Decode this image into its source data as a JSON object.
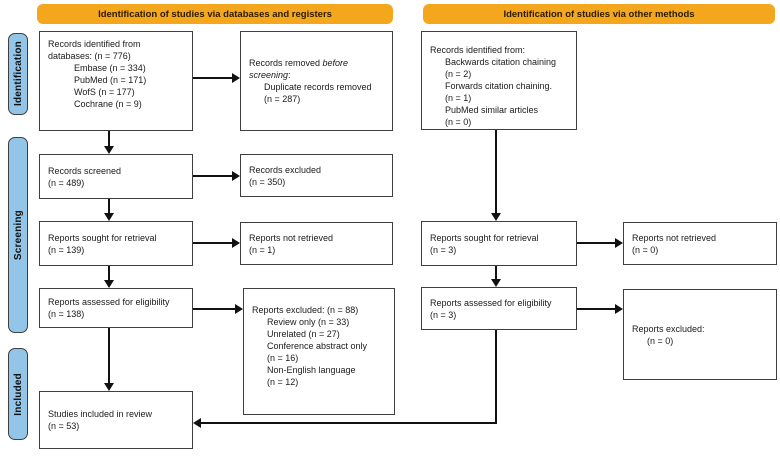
{
  "headers": {
    "databases": "Identification of studies via databases and registers",
    "other": "Identification of studies via other methods"
  },
  "sidebar": {
    "identification": "Identification",
    "screening": "Screening",
    "included": "Included"
  },
  "colors": {
    "header_bg": "#F4A71D",
    "header_text": "#2B1A00",
    "sidebar_bg": "#92C5E8",
    "sidebar_border": "#3F3F3F",
    "box_border": "#3F3F3F",
    "arrow": "#111111"
  },
  "boxes": {
    "records_identified_db": {
      "lines": [
        "Records identified from",
        "databases: (n = 776)",
        "Embase (n = 334)",
        "PubMed (n = 171)",
        "WofS (n = 177)",
        "Cochrane (n = 9)"
      ]
    },
    "records_removed": {
      "prefix": "Records removed ",
      "italic": "before screening",
      "suffix": ":",
      "lines": [
        "Duplicate records removed",
        "(n = 287)"
      ]
    },
    "records_identified_other": {
      "lines": [
        "Records identified from:",
        "Backwards citation chaining",
        "(n = 2)",
        "Forwards citation chaining.",
        "(n = 1)",
        "PubMed similar articles",
        "(n = 0)"
      ]
    },
    "records_screened": {
      "lines": [
        "Records screened",
        "(n = 489)"
      ]
    },
    "records_excluded": {
      "lines": [
        "Records excluded",
        "(n = 350)"
      ]
    },
    "reports_sought_db": {
      "lines": [
        "Reports sought for retrieval",
        "(n = 139)"
      ]
    },
    "reports_not_retrieved_db": {
      "lines": [
        "Reports not retrieved",
        "(n = 1)"
      ]
    },
    "reports_assessed_db": {
      "lines": [
        "Reports assessed for eligibility",
        "(n = 138)"
      ]
    },
    "reports_excluded_db": {
      "lines": [
        "Reports excluded: (n = 88)",
        "Review only (n = 33)",
        "Unrelated (n = 27)",
        "Conference abstract only",
        "(n = 16)",
        "Non-English language",
        "(n = 12)"
      ]
    },
    "reports_sought_other": {
      "lines": [
        "Reports sought for retrieval",
        "(n = 3)"
      ]
    },
    "reports_not_retrieved_other": {
      "lines": [
        "Reports not retrieved",
        "(n = 0)"
      ]
    },
    "reports_assessed_other": {
      "lines": [
        "Reports assessed for eligibility",
        "(n = 3)"
      ]
    },
    "reports_excluded_other": {
      "lines": [
        "Reports excluded:",
        "(n = 0)"
      ]
    },
    "studies_included": {
      "lines": [
        "Studies included in review",
        "(n = 53)"
      ]
    }
  }
}
